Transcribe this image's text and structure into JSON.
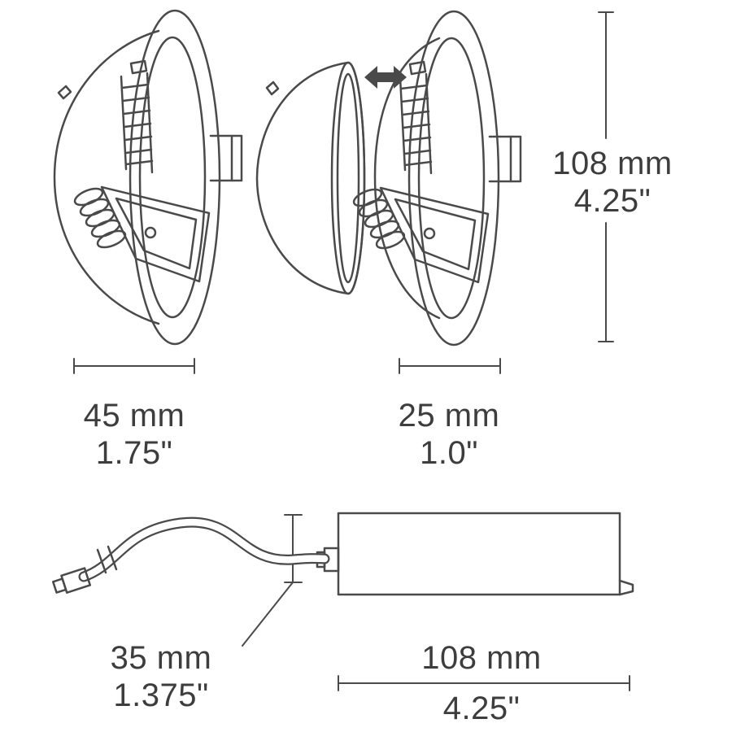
{
  "diagram": {
    "title": "Recessed downlight dimensional drawing",
    "line_color": "#4a4a4a",
    "text_color": "#3d3d3d"
  },
  "icons": {
    "detach_arrow": "double-headed-horizontal-arrow"
  },
  "dimensions": {
    "fixture_height": {
      "mm": "108 mm",
      "inch": "4.25\""
    },
    "fixture_depth": {
      "mm": "45 mm",
      "inch": "1.75\""
    },
    "housing_depth": {
      "mm": "25 mm",
      "inch": "1.0\""
    },
    "driver_height": {
      "mm": "35 mm",
      "inch": "1.375\""
    },
    "driver_length": {
      "mm": "108 mm",
      "inch": "4.25\""
    }
  }
}
